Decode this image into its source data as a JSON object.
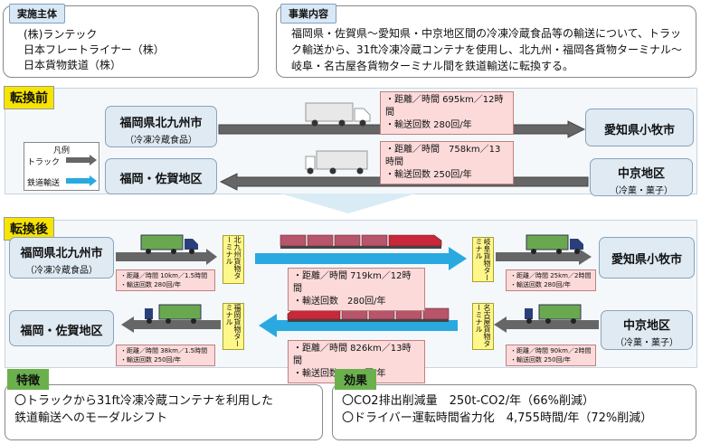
{
  "jisshi": {
    "tag": "実施主体",
    "lines": [
      "(株)ランテック",
      "日本フレートライナー（株）",
      "日本貨物鉄道（株）"
    ]
  },
  "jigyo": {
    "tag": "事業内容",
    "text": "福岡県・佐賀県～愛知県・中京地区間の冷凍冷蔵食品等の輸送について、トラック輸送から、31ft冷凍冷蔵コンテナを使用し、北九州・福岡各貨物ターミナル～岐阜・名古屋各貨物ターミナル間を鉄道輸送に転換する。"
  },
  "before": {
    "label": "転換前",
    "left_top": {
      "name": "福岡県北九州市",
      "sub": "（冷凍冷蔵食品）"
    },
    "left_bottom": {
      "name": "福岡・佐賀地区",
      "sub": ""
    },
    "right_top": {
      "name": "愛知県小牧市",
      "sub": ""
    },
    "right_bottom": {
      "name": "中京地区",
      "sub": "（冷菓・菓子）"
    },
    "info_top": [
      "・距離／時間 695km／12時間",
      "・輸送回数 280回/年"
    ],
    "info_bottom": [
      "・距離／時間　758km／13時間",
      "・輸送回数 250回/年"
    ],
    "legend": {
      "title": "凡例",
      "truck": "トラック",
      "rail": "鉄道輸送"
    }
  },
  "after": {
    "label": "転換後",
    "left_top": {
      "name": "福岡県北九州市",
      "sub": "（冷凍冷蔵食品）"
    },
    "left_bottom": {
      "name": "福岡・佐賀地区",
      "sub": ""
    },
    "right_top": {
      "name": "愛知県小牧市",
      "sub": ""
    },
    "right_bottom": {
      "name": "中京地区",
      "sub": "（冷菓・菓子）"
    },
    "terminals": {
      "kitakyushu": "北九州貨物ターミナル",
      "gifu": "岐阜貨物ターミナル",
      "fukuoka": "福岡貨物ターミナル",
      "nagoya": "名古屋貨物ターミナル"
    },
    "info_truck_tl": [
      "・距離／時間 10km／1.5時間",
      "・輸送回数 280回/年"
    ],
    "info_truck_tr": [
      "・距離／時間 25km／2時間",
      "・輸送回数 280回/年"
    ],
    "info_truck_bl": [
      "・距離／時間 38km／1.5時間",
      "・輸送回数 250回/年"
    ],
    "info_truck_br": [
      "・距離／時間 90km／2時間",
      "・輸送回数 250回/年"
    ],
    "info_rail_top": [
      "・距離／時間 719km／12時間",
      "・輸送回数　280回/年"
    ],
    "info_rail_bottom": [
      "・距離／時間 826km／13時間",
      "・輸送回数　250回/年"
    ]
  },
  "tokucho": {
    "tag": "特徴",
    "lines": [
      "〇トラックから31ft冷凍冷蔵コンテナを利用した",
      "鉄道輸送へのモーダルシフト"
    ]
  },
  "koka": {
    "tag": "効果",
    "lines": [
      "〇CO2排出削減量　250t-CO2/年（66%削減）",
      "〇ドライバー運転時間省力化　4,755時間/年（72%削減）"
    ]
  },
  "colors": {
    "truck_arrow": "#666666",
    "rail_arrow": "#29a9e0",
    "info_bg": "#fcdada",
    "label_bg": "#f7e400"
  }
}
